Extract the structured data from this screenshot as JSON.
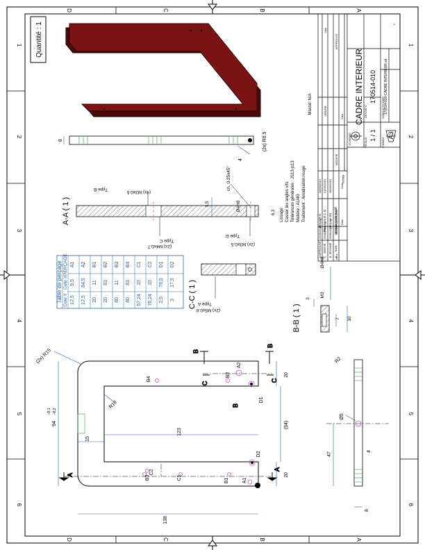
{
  "zones": {
    "letters": [
      "D",
      "C",
      "B",
      "A"
    ],
    "numbers": [
      "1",
      "2",
      "3",
      "4",
      "5",
      "6"
    ]
  },
  "quantity": "Quantité : 1",
  "title_block": {
    "masse": "Masse: N/A",
    "date_col_headers": [
      "Date",
      "Nom",
      "Indice",
      "MODIFICATIONS",
      "Visa"
    ],
    "revisions": [
      {
        "indice": "D",
        "text": "perçage D",
        "date": "28/05/2019"
      },
      {
        "indice": "C",
        "text": "Perçages B C D",
        "date": "21/05/2019"
      },
      {
        "indice": "B",
        "text": "perçage B1",
        "date": "16/05/2019"
      },
      {
        "indice": "A",
        "text": "Version avant modif",
        "date": ""
      }
    ],
    "approval_rows": [
      {
        "label": "APPROUVÉ",
        "date": "25/05/2018"
      },
      {
        "label": "VÉRIFIÉ",
        "date": "25/05/2018"
      },
      {
        "label": "DESSINÉ",
        "date": "20/05/2017"
      },
      {
        "label": "NOM",
        "date": ""
      }
    ],
    "visa_header": "Visa",
    "verified": "VÉRIFIÉ",
    "modified": "MODIFIÉ",
    "approved": "APPROUVÉ",
    "titre_label": "TITRE",
    "title": "CADRE INTERIEUR",
    "dessin_label": "DESSIN N°",
    "drawing_number": "170514-010",
    "file_label": "NOM DU FICHIER",
    "file_name": "170514-010-CADRE INTERIEUR.sit",
    "echelle_label": "ECHELLE",
    "feuille_label": "FEUILLE",
    "sheet": "1 / 1",
    "format_label": "FORMAT",
    "format": "A3",
    "index": "-"
  },
  "notes": [
    "Lissage",
    "Casser les angles vifs",
    "Tolérances générales : JS13-js13",
    "Matière : AU4G",
    "Traitement : Anodisation rouge"
  ],
  "hole_table": {
    "title": "Table de perçage",
    "headers": [
      "PERÇAGE",
      "Cote X",
      "Cote Y"
    ],
    "rows": [
      [
        "A1",
        "9,5",
        "12,5"
      ],
      [
        "A2",
        "84,5",
        "12,5"
      ],
      [
        "B1",
        "11",
        "20"
      ],
      [
        "B2",
        "83",
        "20"
      ],
      [
        "B3",
        "11",
        "80"
      ],
      [
        "B4",
        "83",
        "80"
      ],
      [
        "C1",
        "10",
        "57,24"
      ],
      [
        "C2",
        "10",
        "76,24"
      ],
      [
        "D1",
        "76,5",
        "2,5"
      ],
      [
        "D2",
        "17,5",
        "3"
      ]
    ]
  },
  "views": {
    "aa": "A-A ( 1 )",
    "cc": "C-C ( 1 )",
    "bb": "B-B ( 1 )"
  },
  "annotations": {
    "type_b": "Type B",
    "m3x05_4x": "(4x) M3x0.5",
    "m4x07": "(2x) M4x0.7",
    "type_c": "Type C",
    "m3x05_2x": "(2x) M3x0.5",
    "type_d": "Type D",
    "phi4h8": "Ø4H8",
    "chamfer": "ch. 0.25x45°",
    "dim_1_5": "1,5",
    "rough": "6,3",
    "r05": "(2x) R0.5",
    "dim_8": "8",
    "dim_4": "4",
    "m5x08": "(2x) M5x0.8",
    "type_a": "Type A",
    "m3": "M3",
    "dim_3": "3",
    "dim_7": "7",
    "dim_10": "10",
    "r15": "(2x) R15",
    "r10": "R10",
    "r2": "R2",
    "phi5": "Ø5",
    "dim_94": "94",
    "tol_94_up": "-0,1",
    "tol_94_lo": "-0,2",
    "dim_15": "15",
    "dim_123": "123",
    "dim_138": "138",
    "dim_54": "(54)",
    "dim_20": "20",
    "dim_47": "47",
    "dim_8_bottom": "8",
    "dim_4_bottom": "4"
  },
  "hole_labels": {
    "A1": "A1",
    "A2": "A2",
    "B1": "B1",
    "B2": "B2",
    "B3": "B3",
    "B4": "B4",
    "C1": "C1",
    "C2": "C2",
    "D1": "D1",
    "D2": "D2"
  },
  "section_letters": {
    "A": "A",
    "B": "B",
    "C": "C"
  },
  "colors": {
    "part": "#7a1414",
    "dims": "#1a5fb4",
    "hidden": "#2ea043",
    "hole": "#c050c0"
  }
}
